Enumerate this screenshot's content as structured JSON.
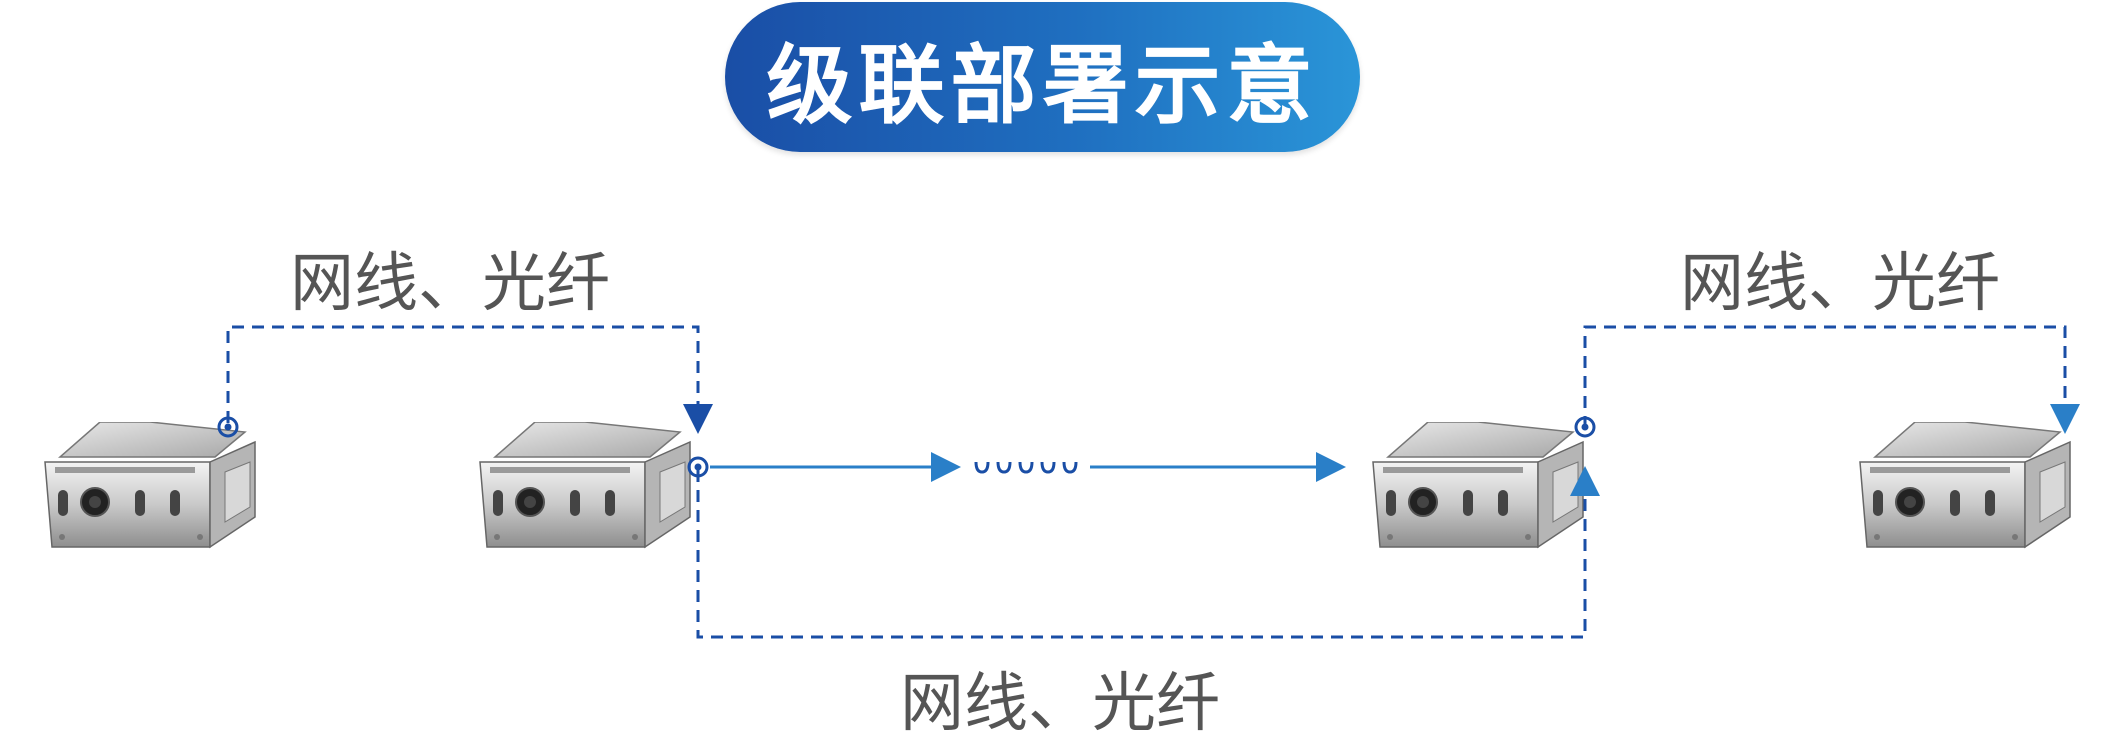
{
  "title": "级联部署示意",
  "labels": {
    "top_left": "网线、光纤",
    "top_right": "网线、光纤",
    "bottom": "网线、光纤"
  },
  "colors": {
    "title_gradient_start": "#1a4ea6",
    "title_gradient_end": "#2a95d8",
    "dashed_link": "#1a4ea6",
    "solid_link": "#2a7fc8",
    "label_text": "#555555"
  },
  "devices": [
    {
      "name": "camera-1",
      "icon": "camera-enclosure-icon"
    },
    {
      "name": "camera-2",
      "icon": "camera-enclosure-icon"
    },
    {
      "name": "camera-3",
      "icon": "camera-enclosure-icon"
    },
    {
      "name": "camera-4",
      "icon": "camera-enclosure-icon"
    }
  ],
  "ellipsis": "······"
}
